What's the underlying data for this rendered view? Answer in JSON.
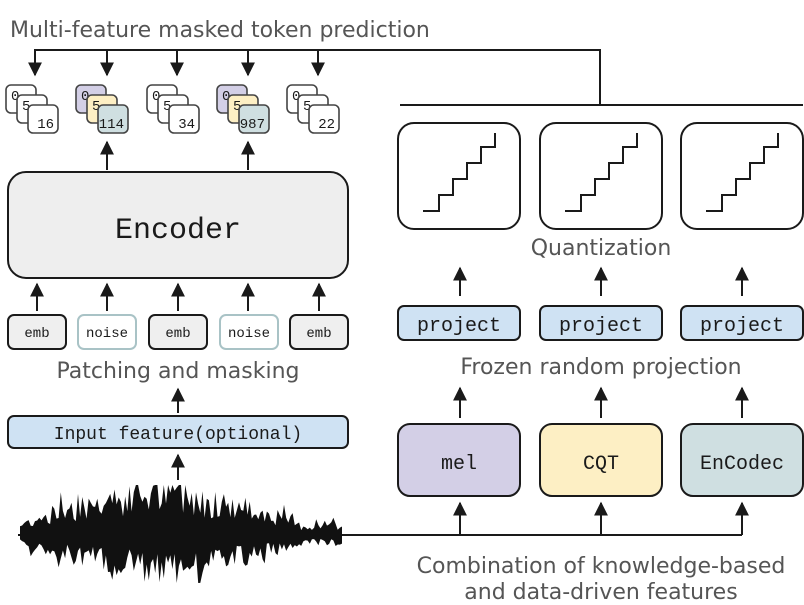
{
  "title": "Multi-feature masked token prediction",
  "tokens": {
    "stacks": [
      {
        "labels": [
          "0",
          "5",
          "16"
        ],
        "colors": [
          "#ffffff",
          "#ffffff",
          "#ffffff"
        ]
      },
      {
        "labels": [
          "0",
          "5",
          "114"
        ],
        "colors": [
          "#d3cfe6",
          "#fdefc4",
          "#cfdfe1"
        ]
      },
      {
        "labels": [
          "0",
          "5",
          "34"
        ],
        "colors": [
          "#ffffff",
          "#ffffff",
          "#ffffff"
        ]
      },
      {
        "labels": [
          "0",
          "5",
          "987"
        ],
        "colors": [
          "#d3cfe6",
          "#fdefc4",
          "#cfdfe1"
        ]
      },
      {
        "labels": [
          "0",
          "5",
          "22"
        ],
        "colors": [
          "#ffffff",
          "#ffffff",
          "#ffffff"
        ]
      }
    ]
  },
  "encoder": {
    "label": "Encoder"
  },
  "patches": [
    "emb",
    "noise",
    "emb",
    "noise",
    "emb"
  ],
  "patching_label": "Patching and masking",
  "input_feature": {
    "label": "Input feature(optional)"
  },
  "quantization_label": "Quantization",
  "project_label": "project",
  "projection_label": "Frozen random projection",
  "features": [
    {
      "label": "mel",
      "color": "#d3cfe6"
    },
    {
      "label": "CQT",
      "color": "#fdefc4"
    },
    {
      "label": "EnCodec",
      "color": "#cfdfe1"
    }
  ],
  "combination_label": [
    "Combination of knowledge-based",
    "and data-driven features"
  ],
  "colors": {
    "line": "#1a1a1a",
    "text": "#555555",
    "encoder_fill": "#eeeeee",
    "blue_fill": "#cfe2f3",
    "emb_fill": "#efefef",
    "noise_fill": "#ffffff",
    "noise_stroke": "#a9c3c6"
  }
}
